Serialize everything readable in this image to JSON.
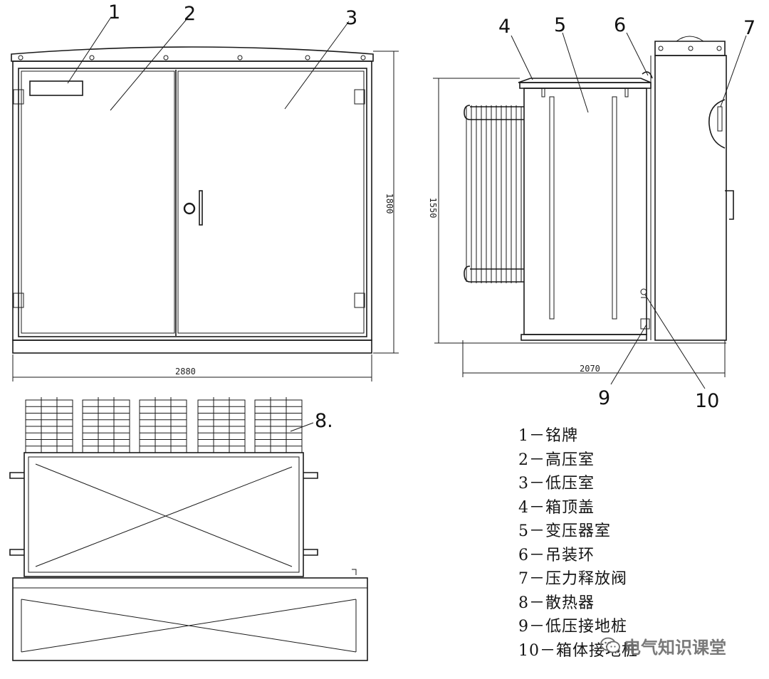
{
  "callouts": {
    "n1": "1",
    "n2": "2",
    "n3": "3",
    "n4": "4",
    "n5": "5",
    "n6": "6",
    "n7": "7",
    "n8": "8.",
    "n9": "9",
    "n10": "10"
  },
  "dimensions": {
    "front_width": "2880",
    "front_height": "1800",
    "side_width": "2070",
    "side_height": "1550"
  },
  "legend": [
    "1－铭牌",
    "2－高压室",
    "3－低压室",
    "4－箱顶盖",
    "5－变压器室",
    "6－吊装环",
    "7－压力释放阀",
    "8－散热器",
    "9－低压接地桩",
    "10－箱体接地桩"
  ],
  "watermark": {
    "icon": "wechat-icon",
    "text": "电气知识课堂"
  }
}
